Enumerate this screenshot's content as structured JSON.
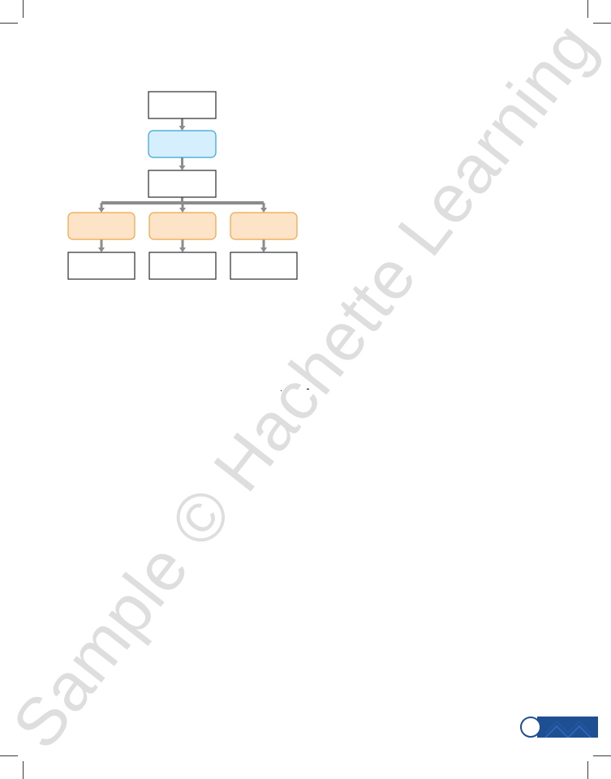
{
  "watermark": {
    "text": "Sample © Hachette Learning"
  },
  "colors": {
    "box_border": "#2b2b2b",
    "blue_fill": "#d6efff",
    "blue_border": "#35a3d1",
    "orange_fill": "#fde3c8",
    "orange_border": "#efa545",
    "connector": "#8c8c8c",
    "tab": "#1f4f93"
  },
  "diagram": {
    "nodes": [
      {
        "id": "top",
        "style": "plain",
        "label": ""
      },
      {
        "id": "process",
        "style": "blue",
        "label": ""
      },
      {
        "id": "middle",
        "style": "plain",
        "label": ""
      },
      {
        "id": "branch-left",
        "style": "orange",
        "label": ""
      },
      {
        "id": "branch-center",
        "style": "orange",
        "label": ""
      },
      {
        "id": "branch-right",
        "style": "orange",
        "label": ""
      },
      {
        "id": "result-left",
        "style": "plain",
        "label": ""
      },
      {
        "id": "result-center",
        "style": "plain",
        "label": ""
      },
      {
        "id": "result-right",
        "style": "plain",
        "label": ""
      }
    ],
    "edges": [
      [
        "top",
        "process"
      ],
      [
        "process",
        "middle"
      ],
      [
        "middle",
        "branch-left"
      ],
      [
        "middle",
        "branch-center"
      ],
      [
        "middle",
        "branch-right"
      ],
      [
        "branch-left",
        "result-left"
      ],
      [
        "branch-center",
        "result-center"
      ],
      [
        "branch-right",
        "result-right"
      ]
    ]
  }
}
